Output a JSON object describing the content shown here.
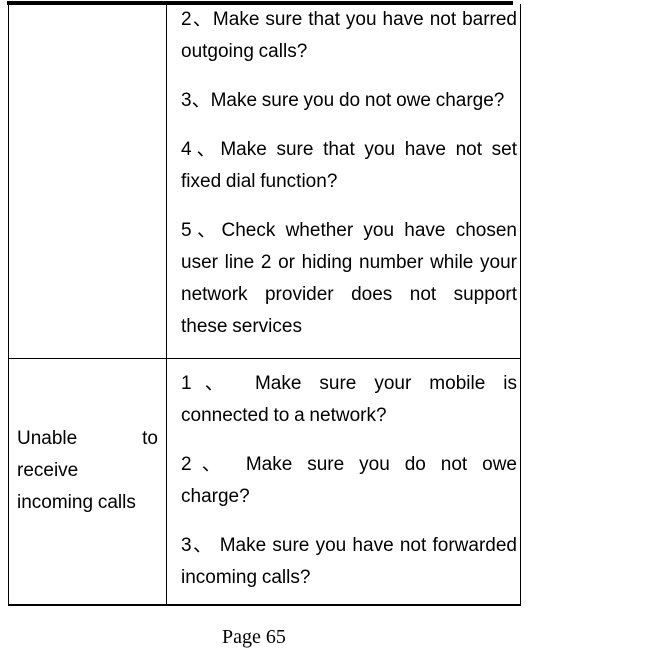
{
  "page": {
    "background_color": "#ffffff",
    "text_color": "#000000",
    "border_color": "#000000",
    "footer": {
      "page_label": "Page 65"
    }
  },
  "table": {
    "rows": [
      {
        "issue": "",
        "issue_lines": [],
        "solutions": [
          {
            "text": "2、Make sure that you have not barred outgoing calls?",
            "lines": [
              "2、Make sure that you have not barred",
              "outgoing calls?"
            ]
          },
          {
            "text": "3、Make sure you do not owe charge?",
            "lines": [
              "3、Make sure you do not owe charge?"
            ]
          },
          {
            "text": "4、Make sure that you have not set fixed dial function?",
            "lines": [
              "4、Make sure that you have not set",
              "fixed dial function?"
            ]
          },
          {
            "text": "5、Check whether you have chosen user line 2 or hiding number while your network provider does not support these services",
            "lines": [
              "5、Check whether you have chosen",
              "user line 2 or hiding number while your",
              "network provider does not support",
              "these services"
            ]
          }
        ]
      },
      {
        "issue": "Unable to receive incoming calls",
        "issue_lines": [
          "Unable to",
          "receive",
          "incoming calls"
        ],
        "solutions": [
          {
            "text": "1、 Make sure your mobile is connected to a network?",
            "lines": [
              "1、 Make sure your mobile is",
              "connected to a network?"
            ]
          },
          {
            "text": "2、 Make sure you do not owe charge?",
            "lines": [
              "2、 Make sure you do not owe",
              "charge?"
            ]
          },
          {
            "text": "3、 Make sure you have not forwarded incoming calls?",
            "lines": [
              "3、 Make sure you have not forwarded",
              "incoming calls?"
            ]
          }
        ]
      }
    ]
  }
}
